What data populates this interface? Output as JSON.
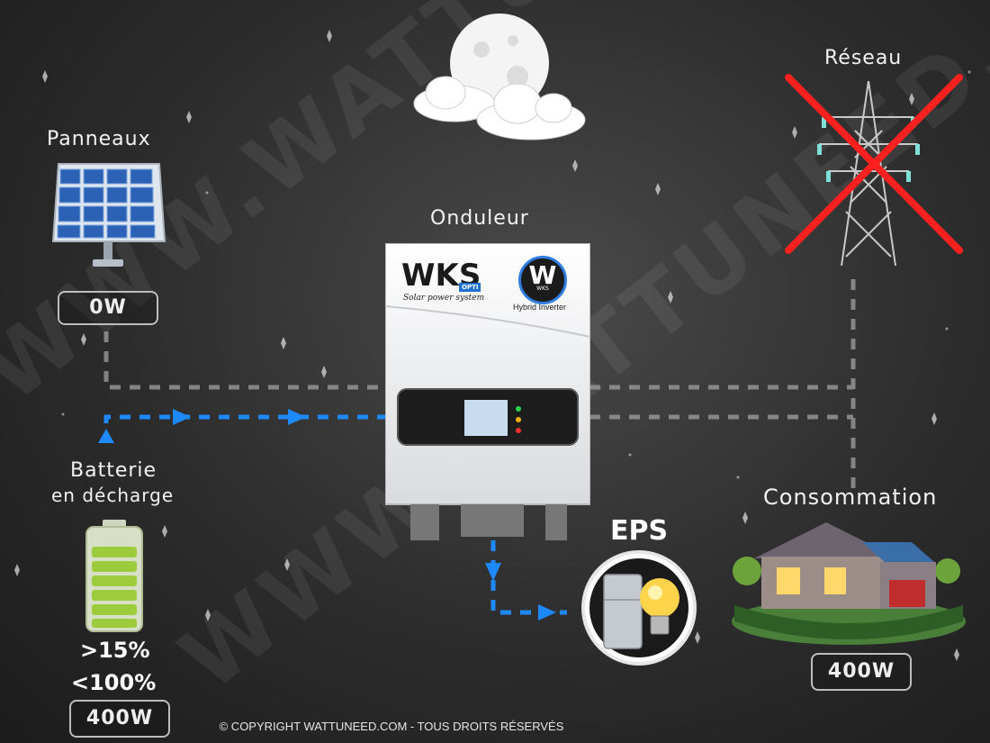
{
  "labels": {
    "panels": "Panneaux",
    "grid": "Réseau",
    "inverter": "Onduleur",
    "battery_line1": "Batterie",
    "battery_line2": "en décharge",
    "consumption": "Consommation",
    "eps": "EPS"
  },
  "values": {
    "panels_power": "0W",
    "battery_min": ">15%",
    "battery_max": "<100%",
    "battery_power": "400W",
    "consumption_power": "400W"
  },
  "inverter": {
    "brand": "WKS",
    "brand_badge": "OPTI",
    "tagline": "Solar power system",
    "logo_letter": "W",
    "logo_sub": "WKS",
    "model": "Hybrid Inverter"
  },
  "watermark": "WWW.WATTUNEED.COM",
  "copyright": "© COPYRIGHT WATTUNEED.COM - TOUS DROITS RÉSERVÉS",
  "colors": {
    "active_flow": "#1e88ff",
    "inactive_flow": "#9a9a9a",
    "grid_cross": "#ff2020",
    "battery_green": "#9ccc3c"
  }
}
